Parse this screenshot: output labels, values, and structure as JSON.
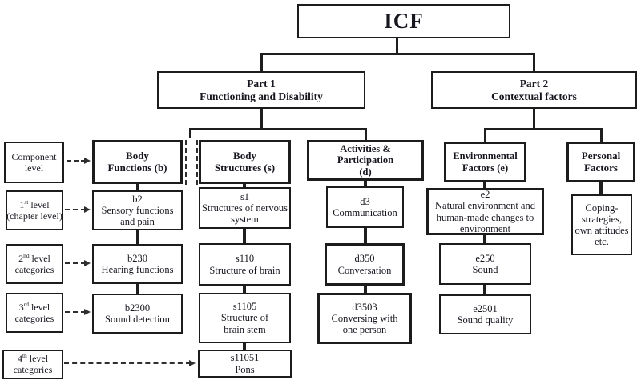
{
  "root": {
    "title": "ICF"
  },
  "parts": {
    "part1": "Part 1\nFunctioning and Disability",
    "part2": "Part 2\nContextual factors"
  },
  "levels": [
    {
      "l1_pre": "Component",
      "l1_sup": "",
      "l1_post": "",
      "l2": "level"
    },
    {
      "l1_pre": "1",
      "l1_sup": "st",
      "l1_post": " level",
      "l2": "(chapter level)"
    },
    {
      "l1_pre": "2",
      "l1_sup": "nd",
      "l1_post": " level",
      "l2": "categories"
    },
    {
      "l1_pre": "3",
      "l1_sup": "rd",
      "l1_post": " level",
      "l2": "categories"
    },
    {
      "l1_pre": "4",
      "l1_sup": "th",
      "l1_post": " level",
      "l2": "categories"
    }
  ],
  "columns": [
    {
      "header": "Body\nFunctions (b)",
      "boxes": [
        {
          "code": "b2",
          "label": "Sensory functions\nand pain"
        },
        {
          "code": "b230",
          "label": "Hearing functions"
        },
        {
          "code": "b2300",
          "label": "Sound detection"
        }
      ]
    },
    {
      "header": "Body\nStructures (s)",
      "boxes": [
        {
          "code": "s1",
          "label": "Structures of nervous\nsystem"
        },
        {
          "code": "s110",
          "label": "Structure of brain"
        },
        {
          "code": "s1105",
          "label": "Structure of\nbrain stem"
        },
        {
          "code": "s11051",
          "label": "Pons"
        }
      ]
    },
    {
      "header": "Activities &\nParticipation\n(d)",
      "boxes": [
        {
          "code": "d3",
          "label": "Communication"
        },
        {
          "code": "d350",
          "label": "Conversation"
        },
        {
          "code": "d3503",
          "label": "Conversing with\none person"
        }
      ]
    },
    {
      "header": "Environmental\nFactors (e)",
      "boxes": [
        {
          "code": "e2",
          "label": "Natural environment and\nhuman-made changes to\nenvironment"
        },
        {
          "code": "e250",
          "label": "Sound"
        },
        {
          "code": "e2501",
          "label": "Sound quality"
        }
      ]
    },
    {
      "header": "Personal\nFactors",
      "boxes": [
        {
          "code": "",
          "label": "Coping-\nstrategies,\nown attitudes\netc."
        }
      ]
    }
  ]
}
